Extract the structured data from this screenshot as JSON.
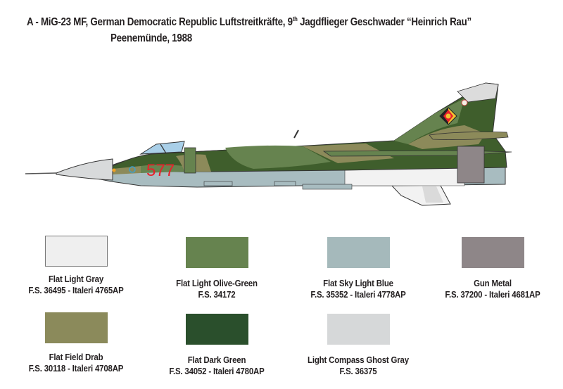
{
  "header": {
    "title_prefix": "A - MiG-23 MF, German Democratic Republic Luftstreitkräfte, 9",
    "title_sup": "th",
    "title_suffix": " Jagdflieger Geschwader “Heinrich Rau”",
    "subtitle": "Peenemünde, 1988"
  },
  "aircraft": {
    "type": "MiG-23 MF",
    "side_number": "577",
    "side_number_color": "#e8202a",
    "camouflage": {
      "dark_green": "#3f5e2c",
      "olive_green": "#66834f",
      "field_drab": "#8c8a5a",
      "sky_blue_underside": "#a8bcc0",
      "light_gray": "#f0f0f0",
      "canopy": "#a9cfe8",
      "nose_cone": "#d8dadb",
      "exhaust": "#8e8688"
    }
  },
  "swatches": [
    {
      "name": "Flat Light Gray",
      "code": "F.S. 36495 - Italeri 4765AP",
      "color": "#efefef",
      "border": "#7a7a7a"
    },
    {
      "name": "Flat Light Olive-Green",
      "code": "F.S. 34172",
      "color": "#66834f",
      "border": "#66834f"
    },
    {
      "name": "Flat Sky Light Blue",
      "code": "F.S. 35352 - Italeri 4778AP",
      "color": "#a5b9bb",
      "border": "#a5b9bb"
    },
    {
      "name": "Gun Metal",
      "code": "F.S. 37200 - Italeri 4681AP",
      "color": "#8e8688",
      "border": "#8e8688"
    },
    {
      "name": "Flat Field Drab",
      "code": "F.S. 30118 - Italeri 4708AP",
      "color": "#8b8a5b",
      "border": "#8b8a5b"
    },
    {
      "name": "Flat Dark Green",
      "code": "F.S. 34052 - Italeri 4780AP",
      "color": "#2a4f2c",
      "border": "#2a4f2c"
    },
    {
      "name": "Light Compass Ghost Gray",
      "code": "F.S. 36375",
      "color": "#d6d8d9",
      "border": "#d6d8d9"
    }
  ]
}
